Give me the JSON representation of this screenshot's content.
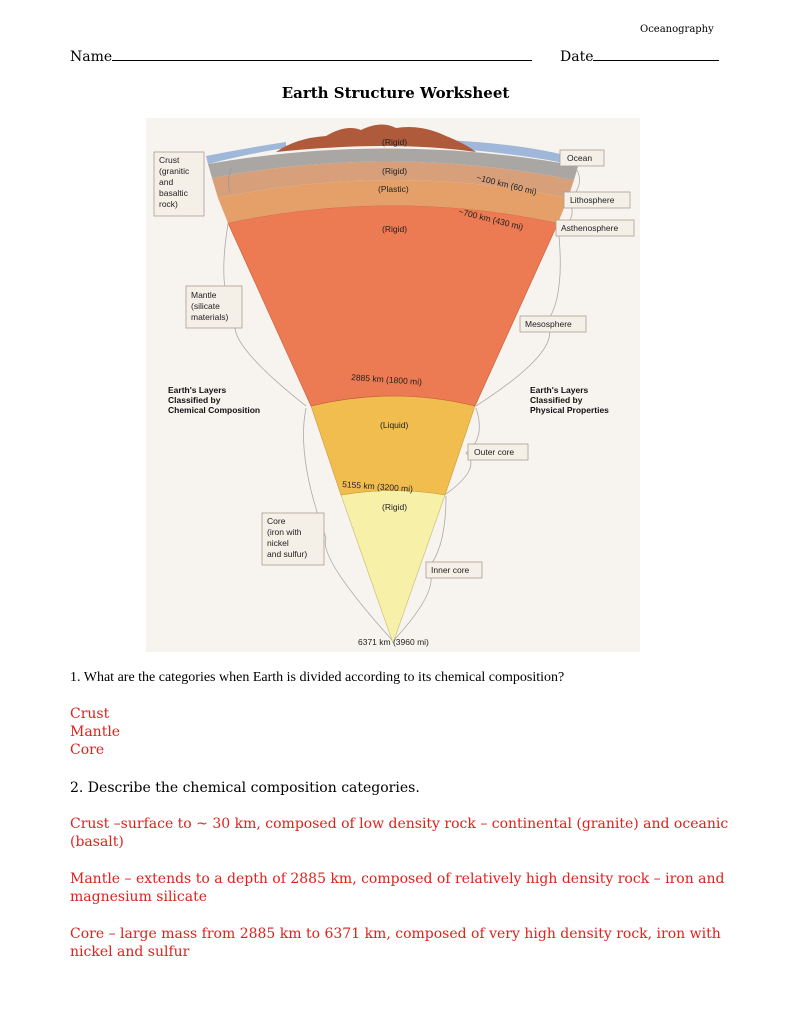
{
  "header": {
    "course": "Oceanography"
  },
  "form": {
    "name_label": "Name",
    "date_label": "Date"
  },
  "title": "Earth Structure Worksheet",
  "diagram": {
    "left_heading": [
      "Earth's Layers",
      "Classified by",
      "Chemical Composition"
    ],
    "right_heading": [
      "Earth's Layers",
      "Classified by",
      "Physical Properties"
    ],
    "left_labels": {
      "crust": [
        "Crust",
        "(granitic",
        "and",
        "basaltic",
        "rock)"
      ],
      "mantle": [
        "Mantle",
        "(silicate",
        "materials)"
      ],
      "core": [
        "Core",
        "(iron with",
        "nickel",
        "and sulfur)"
      ]
    },
    "right_labels": {
      "ocean": "Ocean",
      "lithosphere": "Lithosphere",
      "asthenosphere": "Asthenosphere",
      "mesosphere": "Mesosphere",
      "outer_core": "Outer core",
      "inner_core": "Inner core"
    },
    "layer_states": {
      "mountain": "(Rigid)",
      "lithosphere": "(Rigid)",
      "asthenosphere": "(Plastic)",
      "mesosphere": "(Rigid)",
      "outer_core": "(Liquid)",
      "inner_core": "(Rigid)"
    },
    "depths": {
      "d100": "~100 km (60 mi)",
      "d700": "~700 km (430 mi)",
      "d2885": "2885 km (1800 mi)",
      "d5155": "5155 km (3200 mi)",
      "d6371": "6371 km (3960 mi)"
    },
    "colors": {
      "ocean": "#9fb7d9",
      "mountain": "#b05a3c",
      "crust": "#a9a6a3",
      "lithosphere": "#d8a07a",
      "asthenosphere": "#e4a068",
      "mantle": "#ec7a52",
      "outer_core": "#f2bd4f",
      "inner_core": "#f7f0a8"
    }
  },
  "questions": {
    "q1": "1. What are the categories when Earth is divided according to its chemical composition?",
    "a1": [
      "Crust",
      "Mantle",
      "Core"
    ],
    "q2": "2. Describe the chemical composition categories.",
    "a2": [
      "Crust –surface to ~ 30 km, composed of low density rock – continental (granite) and oceanic (basalt)",
      "Mantle – extends to a depth of 2885 km, composed of relatively high density rock – iron and magnesium silicate",
      "Core – large mass from 2885 km to 6371 km, composed of very high density rock, iron with nickel and sulfur"
    ]
  }
}
